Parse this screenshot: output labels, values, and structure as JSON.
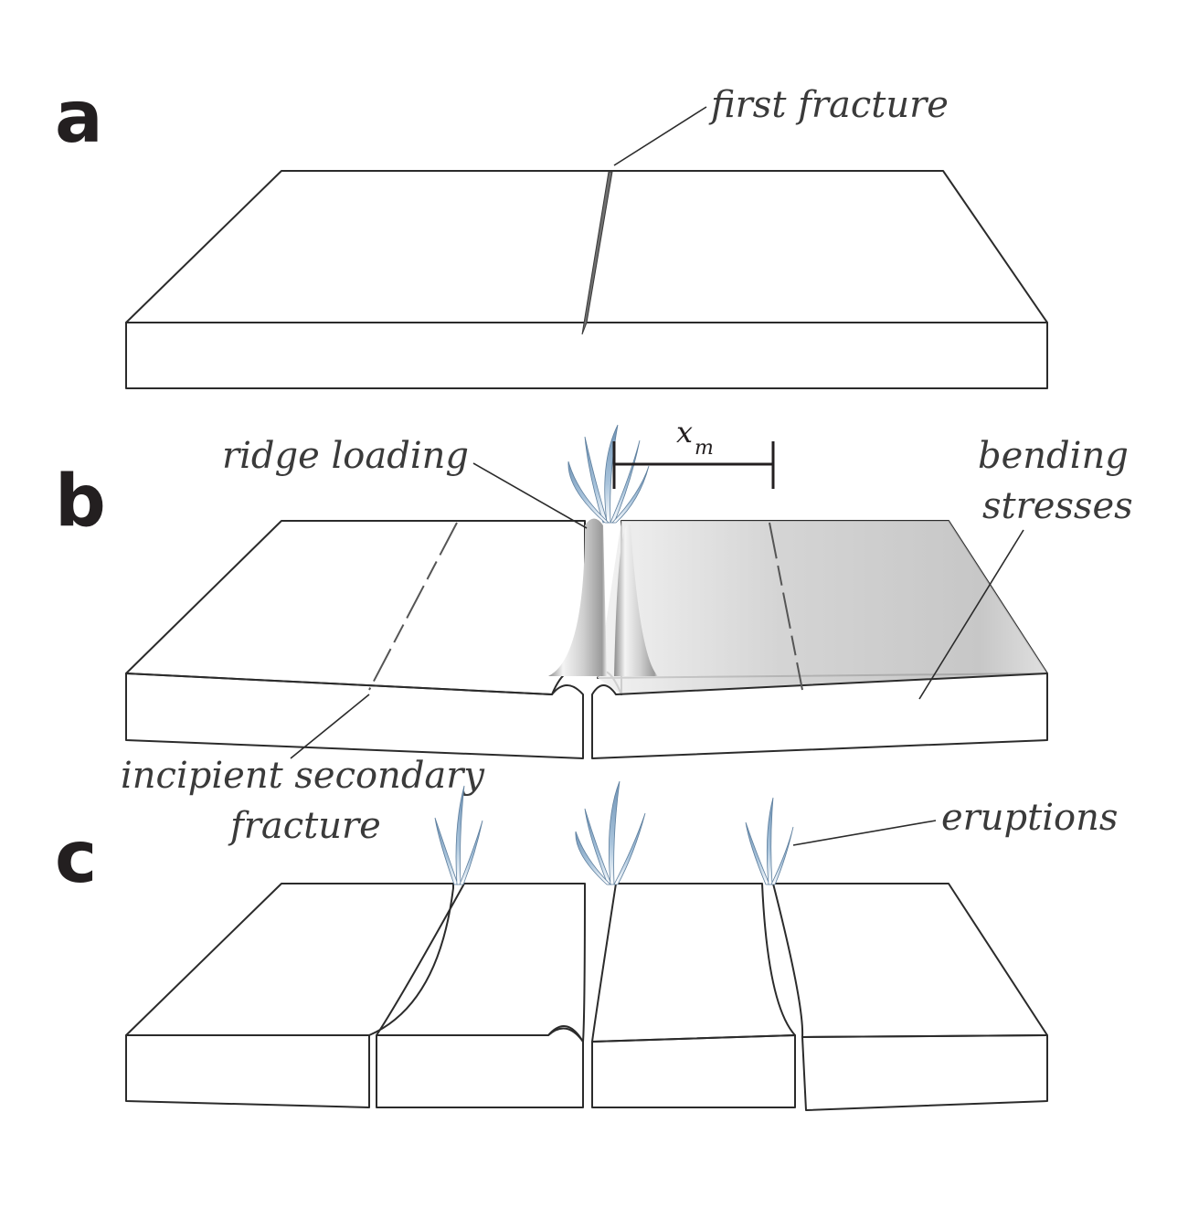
{
  "panels": {
    "a": "a",
    "b": "b",
    "c": "c"
  },
  "labels": {
    "first_fracture": "first fracture",
    "ridge_loading": "ridge loading",
    "bending_line1": "bending",
    "bending_line2": "stresses",
    "incipient_line1": "incipient secondary",
    "incipient_line2": "fracture",
    "eruptions": "eruptions",
    "xm_main": "x",
    "xm_sub": "m"
  },
  "colors": {
    "ice_top": "#c9c9c9",
    "slab_side_warm": "#f6e7b4",
    "slab_side_cool": "#c8dbe8",
    "plume": "#8fb3d1",
    "outline": "#2b2b2b"
  }
}
